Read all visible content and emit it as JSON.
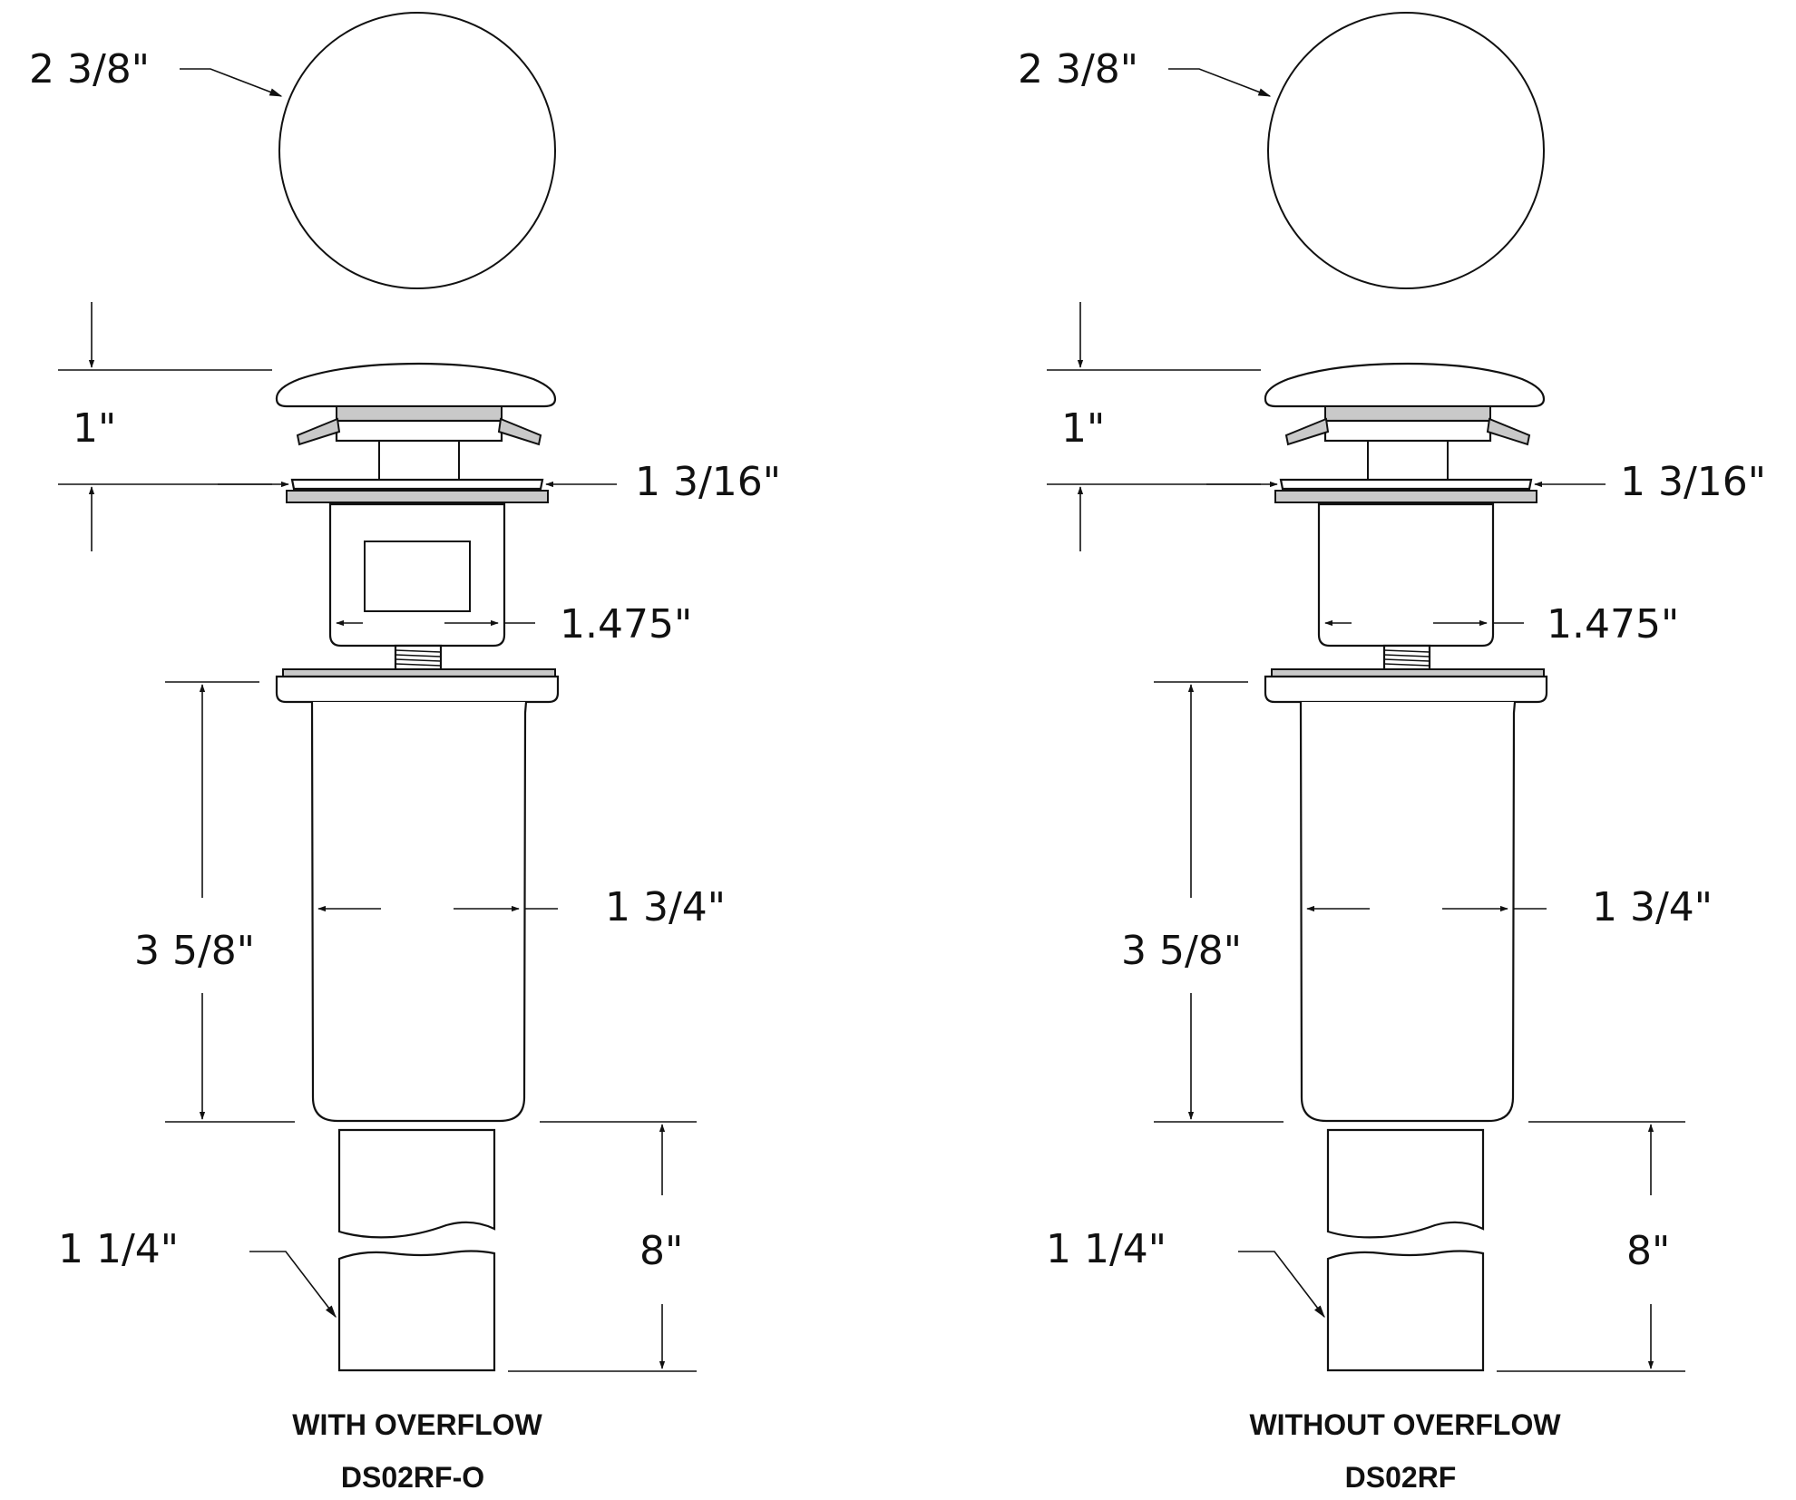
{
  "colors": {
    "line": "#111111",
    "flange": "#c9c9c9",
    "background": "#ffffff"
  },
  "drawings": [
    {
      "caption": "WITH OVERFLOW",
      "model": "DS02RF-O",
      "dims": {
        "cap_diameter": "2 3/8\"",
        "cap_height": "1\"",
        "flange_diameter": "1 3/16\"",
        "stopper_width": "1.475\"",
        "body_height": "3 5/8\"",
        "body_diameter": "1 3/4\"",
        "tail_diameter": "1 1/4\"",
        "tail_length": "8\""
      }
    },
    {
      "caption": "WITHOUT OVERFLOW",
      "model": "DS02RF",
      "dims": {
        "cap_diameter": "2 3/8\"",
        "cap_height": "1\"",
        "flange_diameter": "1 3/16\"",
        "stopper_width": "1.475\"",
        "body_height": "3 5/8\"",
        "body_diameter": "1 3/4\"",
        "tail_diameter": "1 1/4\"",
        "tail_length": "8\""
      }
    }
  ]
}
